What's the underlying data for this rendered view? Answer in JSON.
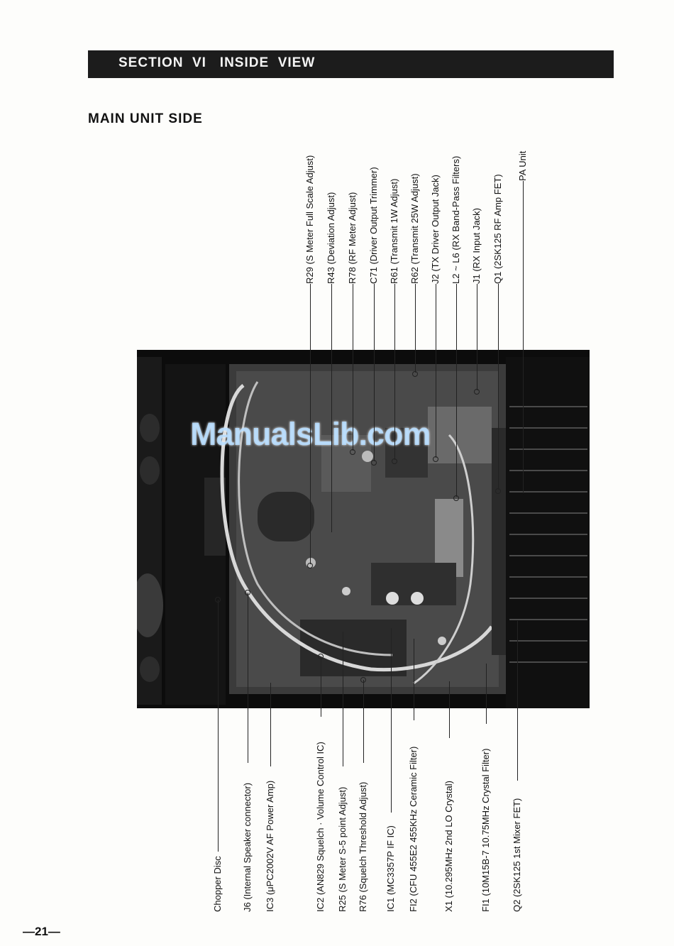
{
  "header": {
    "section_title": "SECTION  VI   INSIDE  VIEW"
  },
  "subtitle": "MAIN UNIT SIDE",
  "page_number": "—21—",
  "watermark": "ManualsLib.com",
  "top_labels": [
    "R29 (S Meter Full Scale Adjust)",
    "R43 (Deviation Adjust)",
    "R78 (RF Meter Adjust)",
    "C71 (Driver Output Trimmer)",
    "R61 (Transmit 1W Adjust)",
    "R62 (Transmit 25W Adjust)",
    "J2 (TX Driver Output Jack)",
    "L2 ~ L6 (RX Band-Pass Filters)",
    "J1 (RX Input Jack)",
    "Q1 (2SK125 RF Amp FET)",
    "PA Unit"
  ],
  "bottom_labels": [
    "Chopper Disc",
    "J6 (Internal Speaker connector)",
    "IC3 (μPC2002V AF Power Amp)",
    "IC2 (AN829 Squelch · Volume Control IC)",
    "R25 (S Meter S-5 point Adjust)",
    "R76 (Squelch Threshold Adjust)",
    "IC1 (MC3357P IF IC)",
    "FI2 (CFU 455E2 455KHz Ceramic Filter)",
    "X1 (10.295MHz 2nd LO Crystal)",
    "FI1 (10M15B-7 10.75MHz Crystal Filter)",
    "Q2 (2SK125 1st Mixer FET)"
  ]
}
